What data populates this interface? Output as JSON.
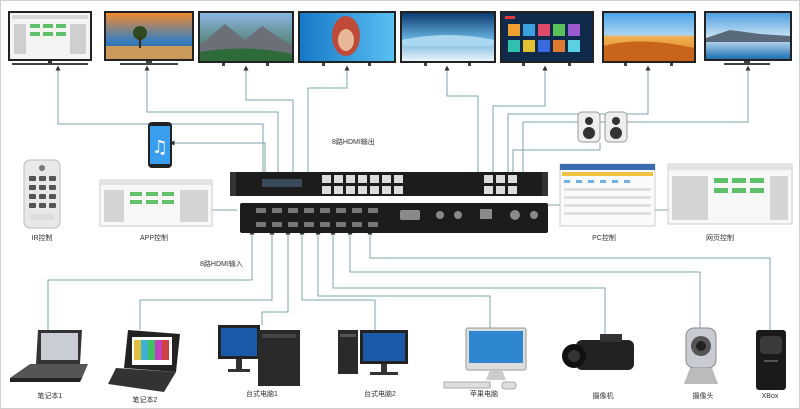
{
  "labels": {
    "hdmi_output": "8路HDMI输出",
    "hdmi_input": "8路HDMI输入",
    "ir_control": "IR控制",
    "app_control": "APP控制",
    "pc_control": "PC控制",
    "web_control": "网页控制"
  },
  "sources": [
    {
      "label": "笔记本1",
      "icon": "laptop-icon"
    },
    {
      "label": "笔记本2",
      "icon": "laptop-icon"
    },
    {
      "label": "台式电脑1",
      "icon": "desktop-pc-icon"
    },
    {
      "label": "台式电脑2",
      "icon": "desktop-pc-icon"
    },
    {
      "label": "苹果电脑",
      "icon": "imac-icon"
    },
    {
      "label": "摄像机",
      "icon": "camcorder-icon"
    },
    {
      "label": "摄像头",
      "icon": "webcam-icon"
    },
    {
      "label": "XBox",
      "icon": "game-console-icon"
    }
  ],
  "displays": [
    {
      "icon": "tv-ui-screen-icon"
    },
    {
      "icon": "tv-beach-icon"
    },
    {
      "icon": "tv-mountain-icon"
    },
    {
      "icon": "tv-portrait-icon"
    },
    {
      "icon": "tv-waterfall-icon"
    },
    {
      "icon": "tv-smart-menu-icon"
    },
    {
      "icon": "tv-desert-icon"
    },
    {
      "icon": "tv-lake-icon"
    }
  ],
  "colors": {
    "line": "#7aa6a8",
    "device_dark": "#1c1c1c",
    "button_green": "#5fc06a",
    "arrow": "#333333"
  }
}
